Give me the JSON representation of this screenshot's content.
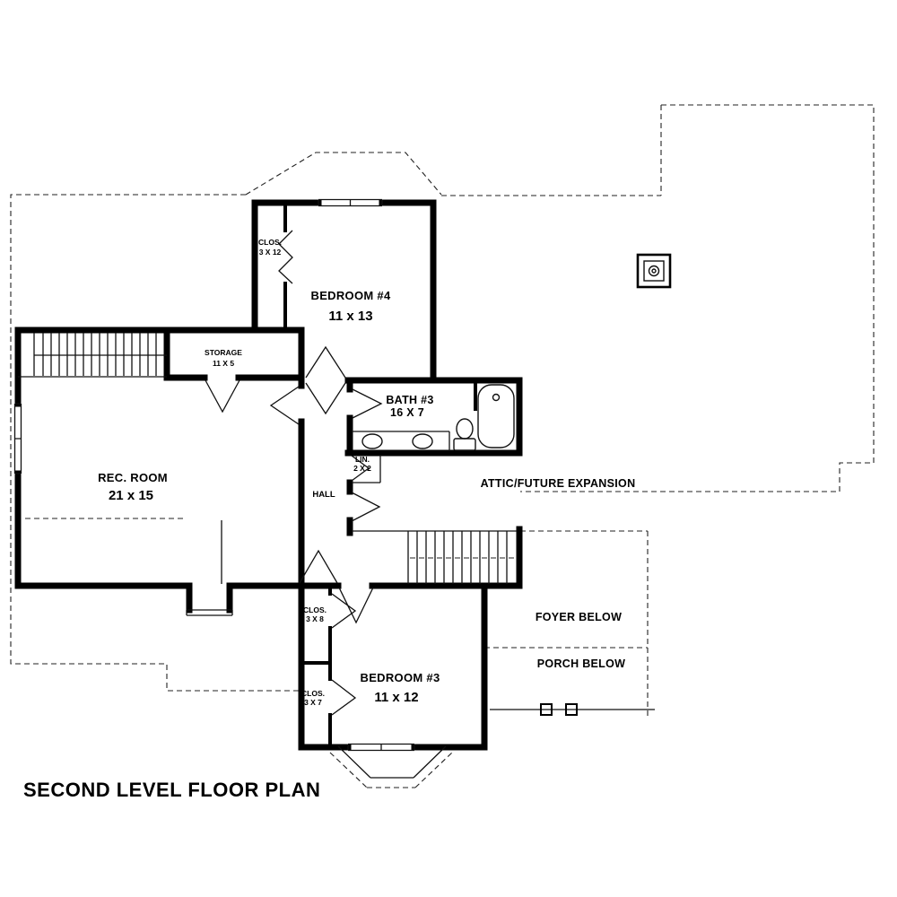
{
  "title": "SECOND LEVEL FLOOR PLAN",
  "colors": {
    "ink": "#000000",
    "paper": "#ffffff"
  },
  "rooms": {
    "closet_3x12": {
      "label": "CLOS.",
      "dims": "3 X 12"
    },
    "bedroom_4": {
      "label": "BEDROOM #4",
      "dims": "11 x 13"
    },
    "storage": {
      "label": "STORAGE",
      "dims": "11 X 5"
    },
    "bath_3": {
      "label": "BATH #3",
      "dims": "16 X 7"
    },
    "linen": {
      "label": "LIN.",
      "dims": "2 X 2"
    },
    "rec_room": {
      "label": "REC. ROOM",
      "dims": "21 x 15"
    },
    "hall": {
      "label": "HALL"
    },
    "attic": {
      "label": "ATTIC/FUTURE EXPANSION"
    },
    "closet_3x8": {
      "label": "CLOS.",
      "dims": "3 X 8"
    },
    "foyer": {
      "label": "FOYER BELOW"
    },
    "porch": {
      "label": "PORCH BELOW"
    },
    "closet_3x7": {
      "label": "CLOS.",
      "dims": "3 X 7"
    },
    "bedroom_3": {
      "label": "BEDROOM #3",
      "dims": "11 x 12"
    }
  }
}
